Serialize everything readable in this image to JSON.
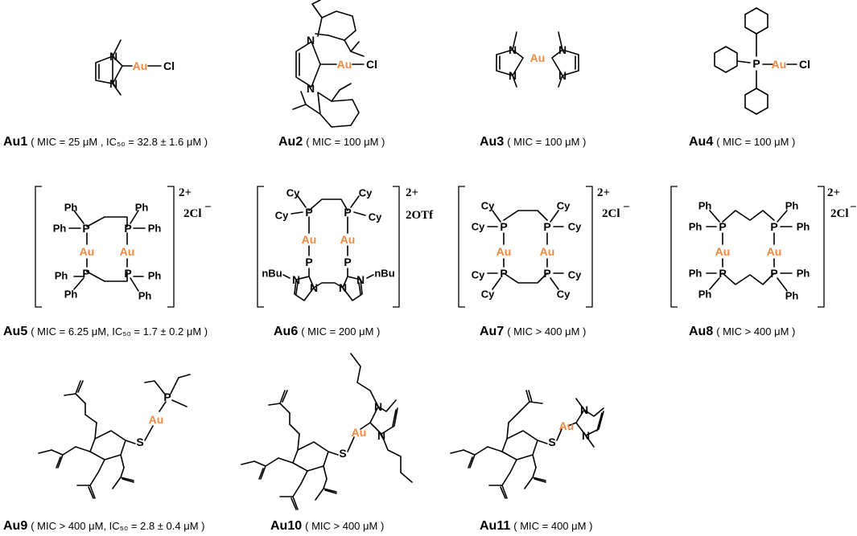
{
  "colors": {
    "gold": "#f0883e",
    "ink": "#000000"
  },
  "atoms": {
    "au": "Au",
    "cl": "Cl",
    "n": "N",
    "p": "P",
    "s": "S",
    "ph": "Ph",
    "cy": "Cy",
    "nbu": "nBu"
  },
  "charges": {
    "au5": {
      "charge": "2+",
      "counter": "2Cl",
      "counter_sign": "−"
    },
    "au6": {
      "charge": "2+",
      "counter": "2OTf"
    },
    "au7": {
      "charge": "2+",
      "counter": "2Cl",
      "counter_sign": "−"
    },
    "au8": {
      "charge": "2+",
      "counter": "2Cl",
      "counter_sign": "−"
    }
  },
  "compounds": [
    {
      "id": "Au1",
      "detail": "( MIC = 25 μM , IC₅₀ = 32.8 ± 1.6 μM )"
    },
    {
      "id": "Au2",
      "detail": "( MIC = 100 μM )"
    },
    {
      "id": "Au3",
      "detail": "( MIC = 100 μM )"
    },
    {
      "id": "Au4",
      "detail": "( MIC = 100 μM )"
    },
    {
      "id": "Au5",
      "detail": "( MIC = 6.25 μM, IC₅₀ = 1.7 ± 0.2 μM )"
    },
    {
      "id": "Au6",
      "detail": "( MIC = 200 μM )"
    },
    {
      "id": "Au7",
      "detail": "( MIC > 400 μM )"
    },
    {
      "id": "Au8",
      "detail": "( MIC > 400 μM )"
    },
    {
      "id": "Au9",
      "detail": "( MIC > 400 μM, IC₅₀ = 2.8 ± 0.4 μM )"
    },
    {
      "id": "Au10",
      "detail": "( MIC > 400 μM )"
    },
    {
      "id": "Au11",
      "detail": "( MIC = 400 μM )"
    }
  ]
}
